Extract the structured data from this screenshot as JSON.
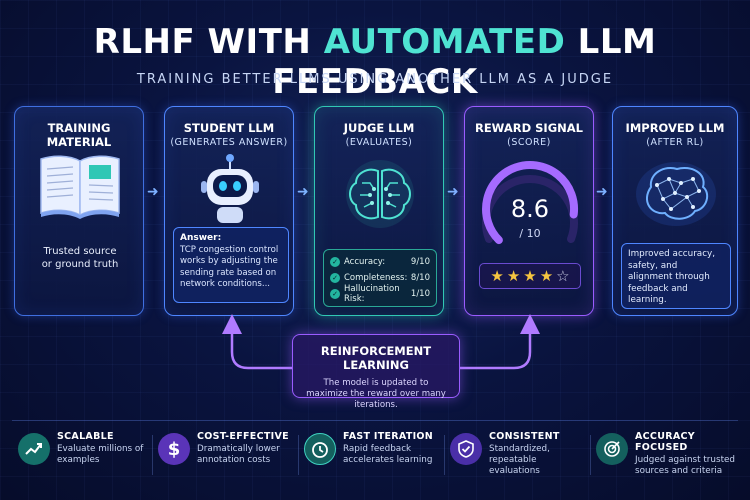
{
  "header": {
    "title_part1": "RLHF WITH ",
    "title_highlight": "AUTOMATED",
    "title_part2": " LLM FEEDBACK",
    "subtitle": "TRAINING BETTER LLMS USING ANOTHER LLM AS A JUDGE"
  },
  "colors": {
    "accent_teal": "#4fe3d2",
    "accent_blue": "#4e86ff",
    "accent_purple": "#9a5cff",
    "star_gold": "#f5c540"
  },
  "cards": {
    "training": {
      "title": "TRAINING MATERIAL",
      "desc_line1": "Trusted source",
      "desc_line2": "or ground truth",
      "icon": "open-book-icon"
    },
    "student": {
      "title": "STUDENT LLM",
      "subtitle": "(GENERATES ANSWER)",
      "icon": "robot-icon",
      "answer_label": "Answer:",
      "answer_text": "TCP congestion control works by adjusting the sending rate based on network conditions..."
    },
    "judge": {
      "title": "JUDGE LLM",
      "subtitle": "(EVALUATES)",
      "icon": "brain-circuit-icon",
      "scores": [
        {
          "name": "Accuracy:",
          "value": "9/10"
        },
        {
          "name": "Completeness:",
          "value": "8/10"
        },
        {
          "name": "Hallucination Risk:",
          "value": "1/10"
        }
      ]
    },
    "reward": {
      "title": "REWARD SIGNAL",
      "subtitle": "(SCORE)",
      "score": "8.6",
      "score_max": "/ 10",
      "gauge_fraction": 0.86,
      "stars_filled": 4,
      "stars_total": 5
    },
    "improved": {
      "title": "IMPROVED LLM",
      "subtitle": "(AFTER RL)",
      "icon": "glowing-brain-icon",
      "desc": "Improved accuracy, safety, and alignment through feedback and learning."
    }
  },
  "rl": {
    "title": "REINFORCEMENT LEARNING",
    "desc": "The model is updated to maximize the reward over many iterations."
  },
  "features": [
    {
      "title": "SCALABLE",
      "desc": "Evaluate millions of examples",
      "icon": "trend-up-icon"
    },
    {
      "title": "COST-EFFECTIVE",
      "desc": "Dramatically lower annotation costs",
      "icon": "dollar-icon"
    },
    {
      "title": "FAST ITERATION",
      "desc": "Rapid feedback accelerates learning",
      "icon": "stopwatch-icon"
    },
    {
      "title": "CONSISTENT",
      "desc": "Standardized, repeatable evaluations",
      "icon": "shield-check-icon"
    },
    {
      "title": "ACCURACY FOCUSED",
      "desc": "Judged against trusted sources and criteria",
      "icon": "target-icon"
    }
  ]
}
